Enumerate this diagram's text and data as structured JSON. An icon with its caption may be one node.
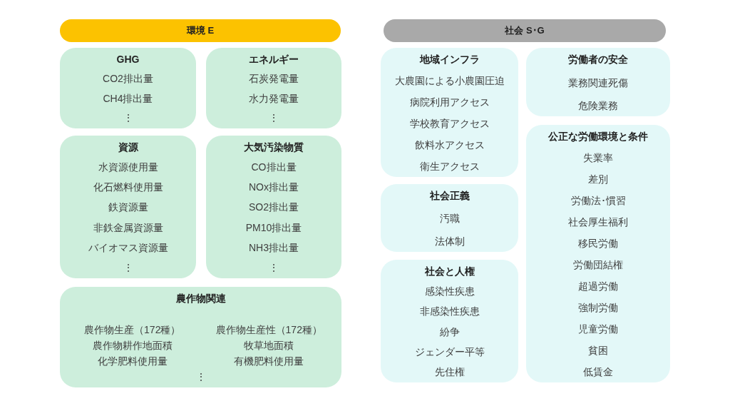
{
  "diagram": {
    "nodes": [
      {
        "text": [
          "環境 E"
        ]
      },
      {
        "text": [
          "GHG",
          "CO2排出量",
          "CH4排出量",
          "⋮"
        ]
      },
      {
        "text": [
          "エネルギー",
          "石炭発電量",
          "水力発電量",
          "⋮"
        ]
      },
      {
        "text": [
          "資源",
          "水資源使用量",
          "化石燃料使用量",
          "鉄資源量",
          "非鉄金属資源量",
          "バイオマス資源量",
          "⋮"
        ]
      },
      {
        "text": [
          "大気汚染物質",
          "CO排出量",
          "NOx排出量",
          "SO2排出量",
          "PM10排出量",
          "NH3排出量",
          "⋮"
        ]
      },
      {
        "text": [
          "農作物関連",
          "農作物生産（172種）",
          "農作物生産性（172種）",
          "農作物耕作地面積",
          "牧草地面積",
          "化学肥料使用量",
          "有機肥料使用量",
          "⋮"
        ]
      },
      {
        "text": [
          "社会 S･G"
        ]
      },
      {
        "text": [
          "地域インフラ",
          "大農園による小農園圧迫",
          "病院利用アクセス",
          "学校教育アクセス",
          "飲料水アクセス",
          "衛生アクセス"
        ]
      },
      {
        "text": [
          "社会正義",
          "汚職",
          "法体制"
        ]
      },
      {
        "text": [
          "社会と人権",
          "感染性疾患",
          "非感染性疾患",
          "紛争",
          "ジェンダー平等",
          "先住権"
        ]
      },
      {
        "text": [
          "労働者の安全",
          "業務関連死傷",
          "危険業務"
        ]
      },
      {
        "text": [
          "公正な労働環境と条件",
          "失業率",
          "差別",
          "労働法･慣習",
          "社会厚生福利",
          "移民労働",
          "労働団結権",
          "超過労働",
          "強制労働",
          "児童労働",
          "貧困",
          "低賃金"
        ]
      }
    ]
  }
}
